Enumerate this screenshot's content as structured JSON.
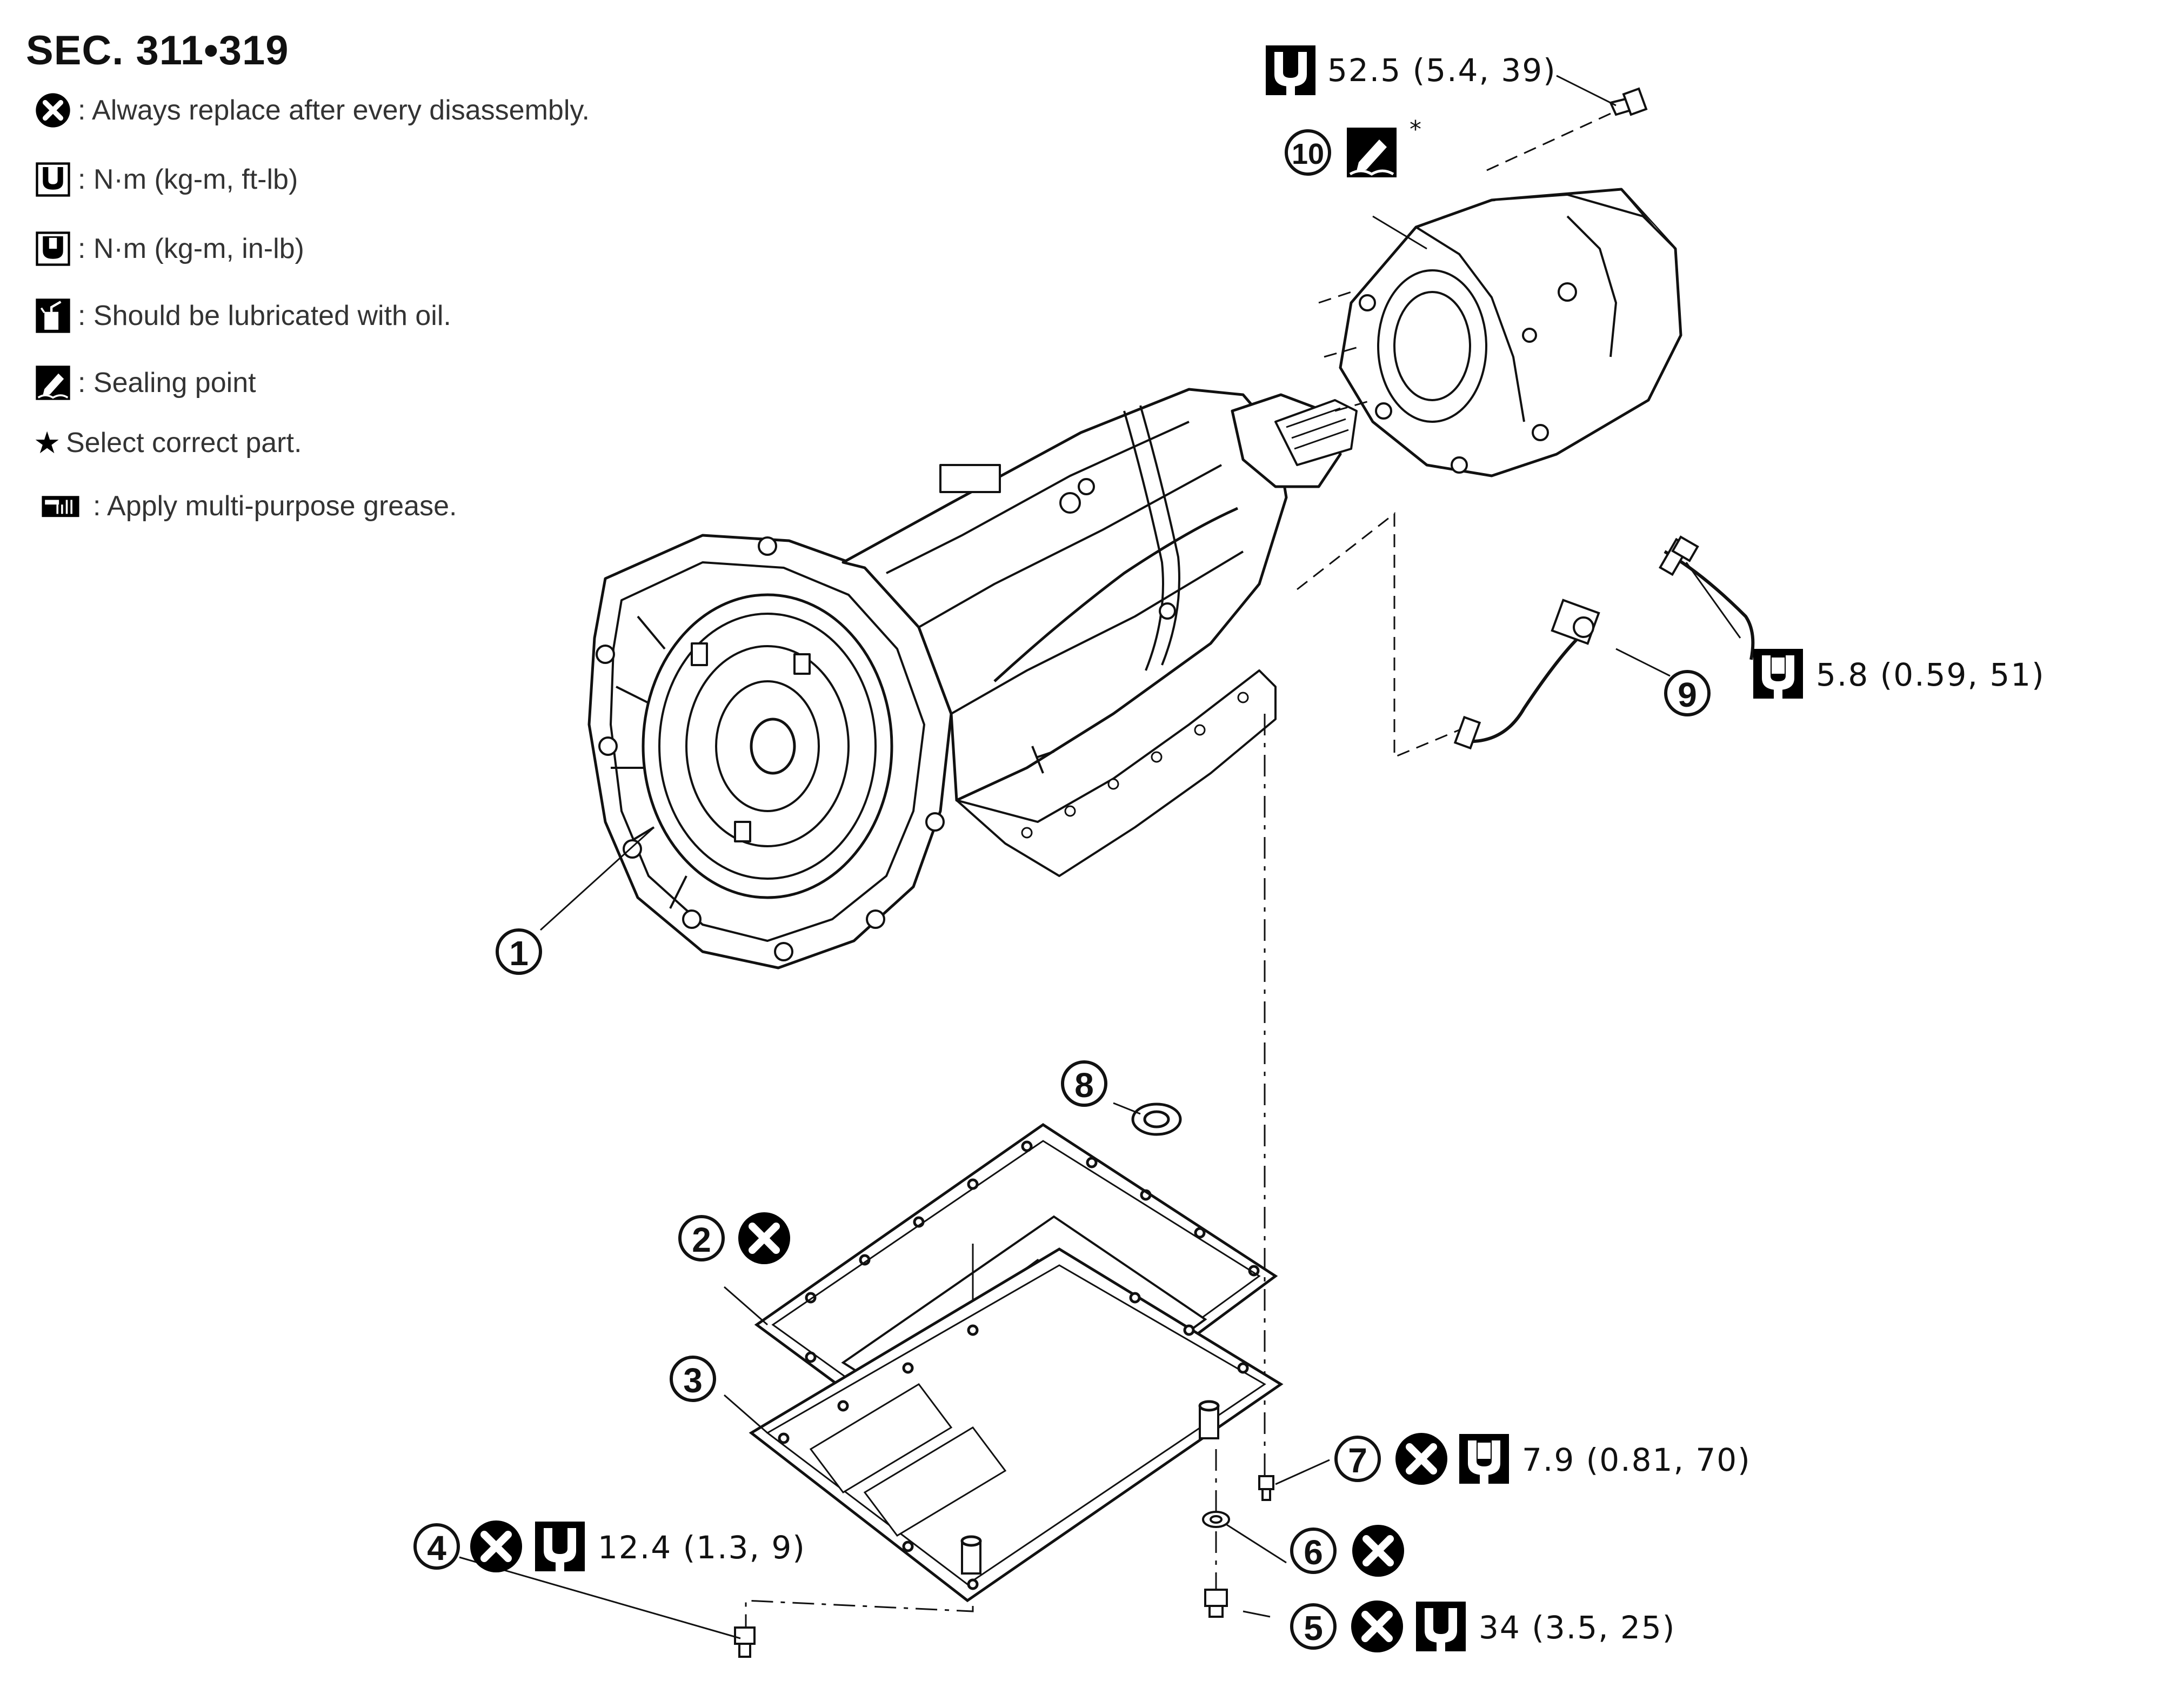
{
  "section_title": "SEC. 311•319",
  "legend": [
    {
      "icon": "replace-x-icon",
      "text": ": Always replace after every disassembly."
    },
    {
      "icon": "torque-ftlb-icon",
      "text": ": N·m (kg-m, ft-lb)"
    },
    {
      "icon": "torque-inlb-icon",
      "text": ": N·m (kg-m, in-lb)"
    },
    {
      "icon": "oil-can-icon",
      "text": ": Should be lubricated with oil."
    },
    {
      "icon": "sealing-point-icon",
      "text": ": Sealing point"
    },
    {
      "icon": "star-icon",
      "text": "Select correct part."
    },
    {
      "icon": "grease-gun-icon",
      "text": ": Apply multi-purpose grease."
    }
  ],
  "parts": [
    {
      "number": "1"
    },
    {
      "number": "2"
    },
    {
      "number": "3"
    },
    {
      "number": "4"
    },
    {
      "number": "5"
    },
    {
      "number": "6"
    },
    {
      "number": "7"
    },
    {
      "number": "8"
    },
    {
      "number": "9"
    },
    {
      "number": "10"
    }
  ],
  "torque_specs": {
    "part10_bolt": "52.5 (5.4, 39)",
    "part9": "5.8 (0.59, 51)",
    "part7": "7.9 (0.81, 70)",
    "part4": "12.4 (1.3, 9)",
    "part5": "34 (3.5, 25)"
  },
  "star_mark": "*"
}
